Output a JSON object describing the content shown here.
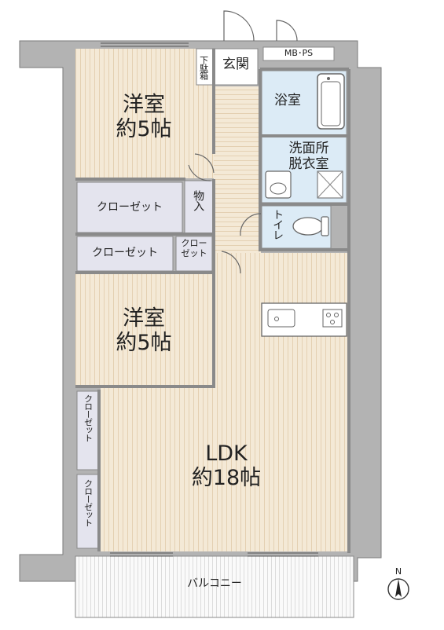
{
  "rooms": {
    "western_room_top": {
      "name": "洋室",
      "size": "約5帖"
    },
    "western_room_mid": {
      "name": "洋室",
      "size": "約5帖"
    },
    "ldk": {
      "name": "LDK",
      "size": "約18帖"
    },
    "entrance": "玄関",
    "shoe_box": "下駄箱",
    "bathroom": "浴室",
    "washroom": "洗面所\n脱衣室",
    "storage": "物入",
    "toilet": "トイレ",
    "closet_a": "クローゼット",
    "closet_b": "クローゼット",
    "closet_small": "クロー\nゼット",
    "closet_left_1": "クローゼット",
    "closet_left_2": "クローゼット",
    "mbps": "MB･PS",
    "balcony": "バルコニー"
  },
  "compass": {
    "label": "N"
  },
  "colors": {
    "wall": "#b3b3b3",
    "wall_edge": "#7a7a7a",
    "floor_wood": "#f4e9d6",
    "floor_stripe": "#e6d3b6",
    "wet_area": "#dcebf6",
    "closet": "#e4e4ee",
    "corridor": "#f4e9d6"
  }
}
